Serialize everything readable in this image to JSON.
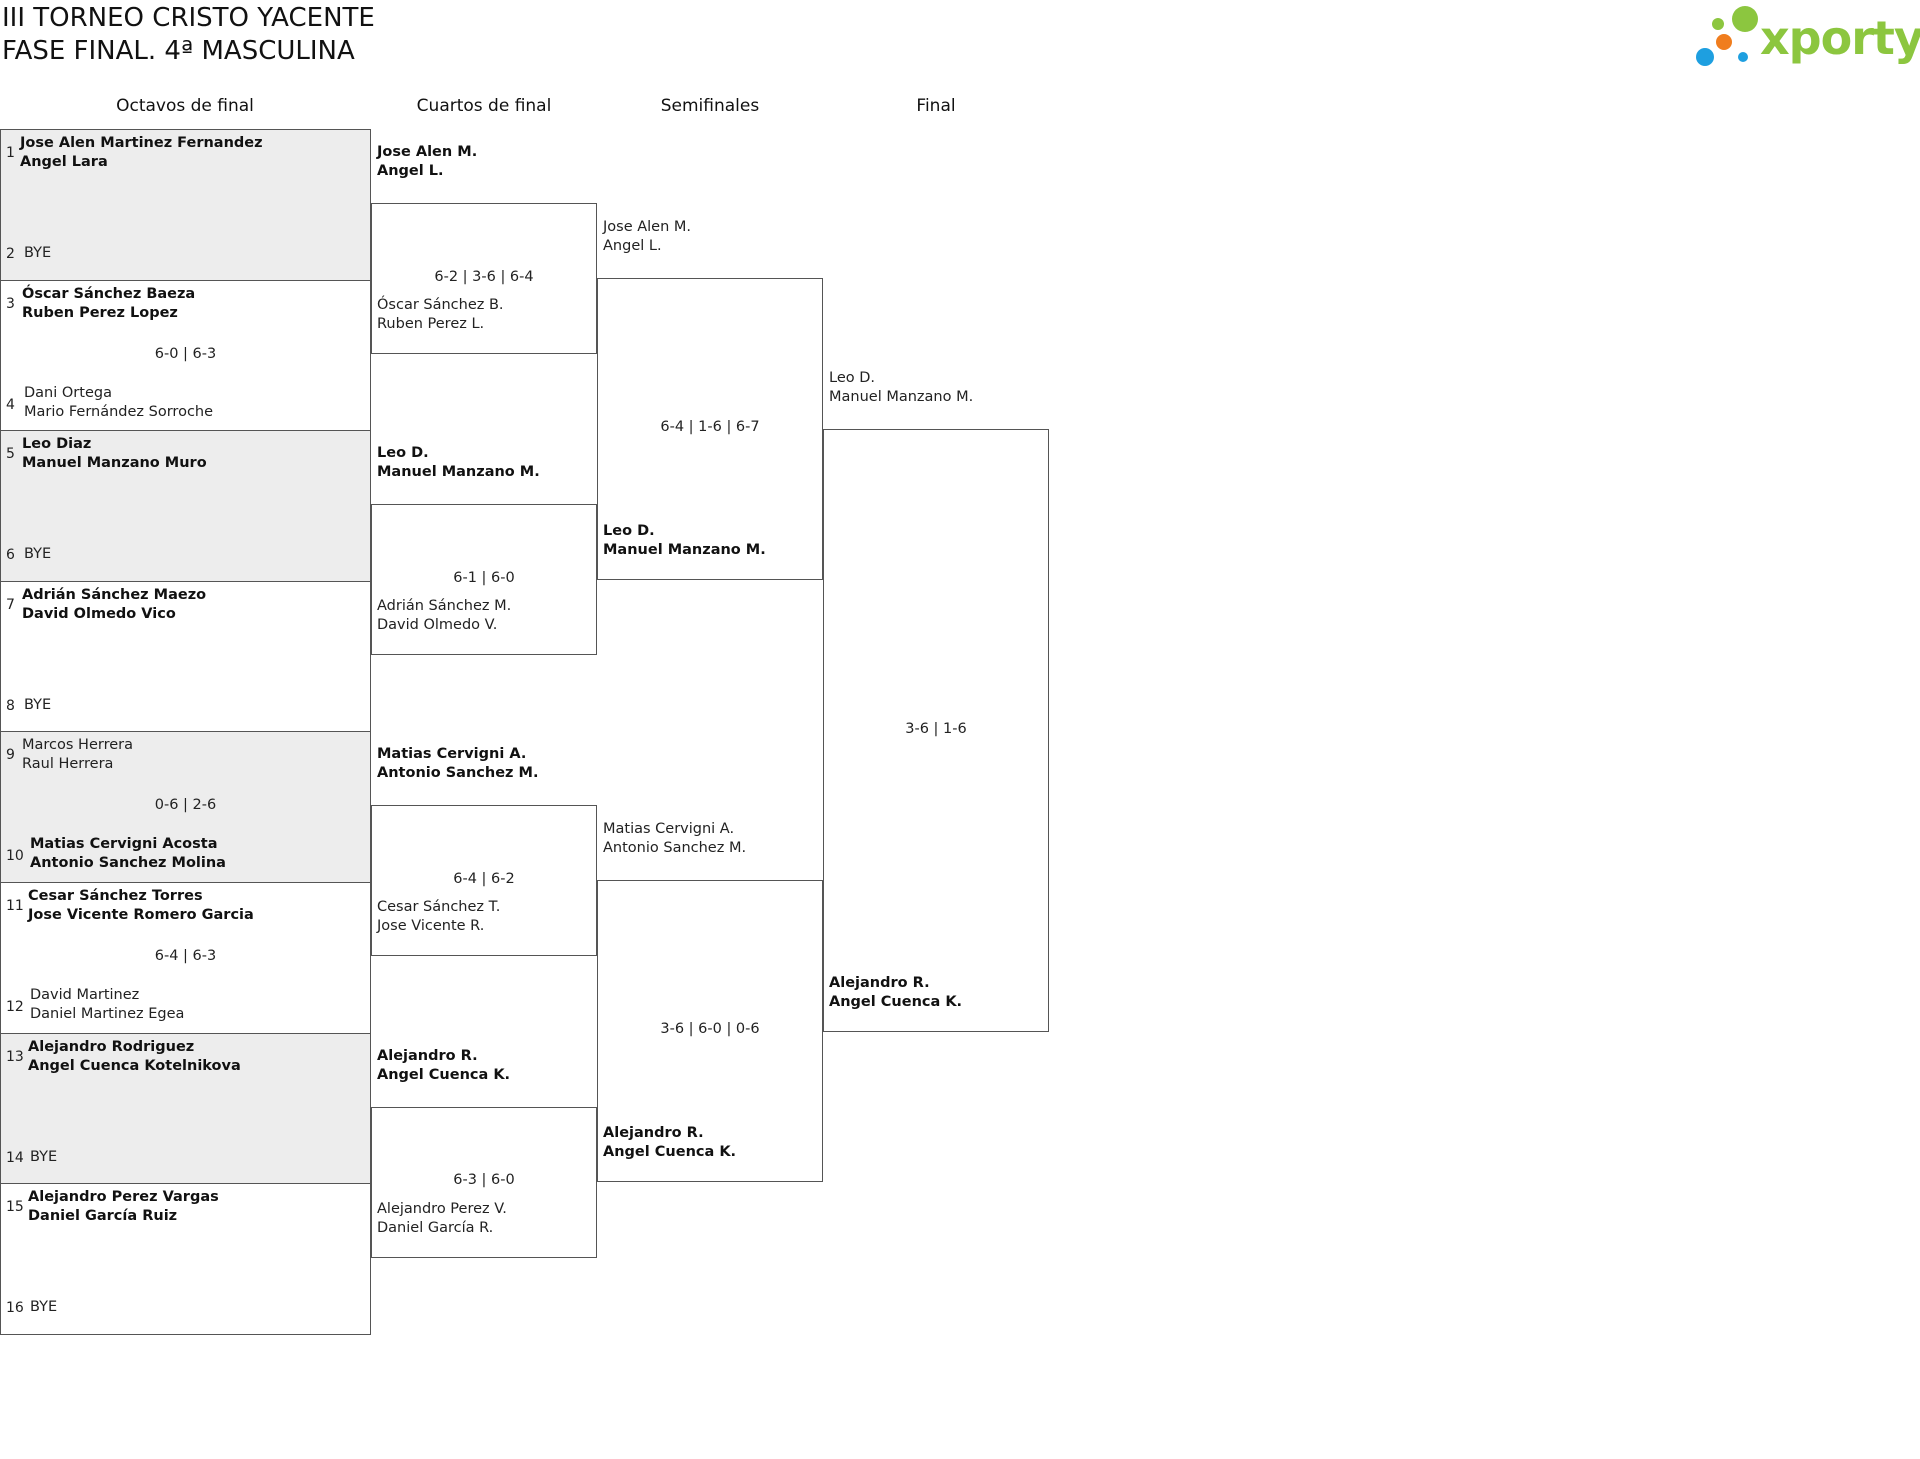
{
  "title": {
    "line1": "III TORNEO CRISTO YACENTE",
    "line2": "FASE FINAL. 4ª MASCULINA"
  },
  "logo": {
    "text": "xporty",
    "colors": [
      "#8cc63f",
      "#f07d1e",
      "#1e9fe0"
    ]
  },
  "rounds": [
    "Octavos de final",
    "Cuartos de final",
    "Semifinales",
    "Final"
  ],
  "octavos": [
    {
      "score": "",
      "top": {
        "seed": "1",
        "p1": "Jose Alen Martinez Fernandez",
        "p2": "Angel Lara",
        "winner": true
      },
      "bottom": {
        "seed": "2",
        "p1": "BYE",
        "p2": "",
        "winner": false
      }
    },
    {
      "score": "6-0 | 6-3",
      "top": {
        "seed": "3",
        "p1": "Óscar Sánchez Baeza",
        "p2": "Ruben Perez Lopez",
        "winner": true
      },
      "bottom": {
        "seed": "4",
        "p1": "Dani Ortega",
        "p2": "Mario Fernández Sorroche",
        "winner": false
      }
    },
    {
      "score": "",
      "top": {
        "seed": "5",
        "p1": "Leo Diaz",
        "p2": "Manuel Manzano Muro",
        "winner": true
      },
      "bottom": {
        "seed": "6",
        "p1": "BYE",
        "p2": "",
        "winner": false
      }
    },
    {
      "score": "",
      "top": {
        "seed": "7",
        "p1": "Adrián Sánchez Maezo",
        "p2": "David Olmedo Vico",
        "winner": true
      },
      "bottom": {
        "seed": "8",
        "p1": "BYE",
        "p2": "",
        "winner": false
      }
    },
    {
      "score": "0-6 | 2-6",
      "top": {
        "seed": "9",
        "p1": "Marcos Herrera",
        "p2": "Raul Herrera",
        "winner": false
      },
      "bottom": {
        "seed": "10",
        "p1": "Matias Cervigni Acosta",
        "p2": "Antonio Sanchez Molina",
        "winner": true
      }
    },
    {
      "score": "6-4 | 6-3",
      "top": {
        "seed": "11",
        "p1": "Cesar Sánchez Torres",
        "p2": "Jose Vicente Romero Garcia",
        "winner": true
      },
      "bottom": {
        "seed": "12",
        "p1": "David Martinez",
        "p2": "Daniel Martinez Egea",
        "winner": false
      }
    },
    {
      "score": "",
      "top": {
        "seed": "13",
        "p1": "Alejandro Rodriguez",
        "p2": "Angel Cuenca Kotelnikova",
        "winner": true
      },
      "bottom": {
        "seed": "14",
        "p1": "BYE",
        "p2": "",
        "winner": false
      }
    },
    {
      "score": "",
      "top": {
        "seed": "15",
        "p1": "Alejandro Perez Vargas",
        "p2": "Daniel García Ruiz",
        "winner": true
      },
      "bottom": {
        "seed": "16",
        "p1": "BYE",
        "p2": "",
        "winner": false
      }
    }
  ],
  "cuartos": [
    {
      "score": "6-2 | 3-6 | 6-4",
      "top": {
        "p1": "Jose Alen M.",
        "p2": "Angel L.",
        "winner": true
      },
      "bottom": {
        "p1": "Óscar Sánchez B.",
        "p2": "Ruben Perez L.",
        "winner": false
      }
    },
    {
      "score": "6-1 | 6-0",
      "top": {
        "p1": "Leo D.",
        "p2": "Manuel Manzano M.",
        "winner": true
      },
      "bottom": {
        "p1": "Adrián Sánchez M.",
        "p2": "David Olmedo V.",
        "winner": false
      }
    },
    {
      "score": "6-4 | 6-2",
      "top": {
        "p1": "Matias Cervigni A.",
        "p2": "Antonio Sanchez M.",
        "winner": true
      },
      "bottom": {
        "p1": "Cesar Sánchez T.",
        "p2": "Jose Vicente R.",
        "winner": false
      }
    },
    {
      "score": "6-3 | 6-0",
      "top": {
        "p1": "Alejandro R.",
        "p2": "Angel Cuenca K.",
        "winner": true
      },
      "bottom": {
        "p1": "Alejandro Perez V.",
        "p2": "Daniel García R.",
        "winner": false
      }
    }
  ],
  "semis": [
    {
      "score": "6-4 | 1-6 | 6-7",
      "top": {
        "p1": "Jose Alen M.",
        "p2": "Angel L.",
        "winner": false
      },
      "bottom": {
        "p1": "Leo D.",
        "p2": "Manuel Manzano M.",
        "winner": true
      }
    },
    {
      "score": "3-6 | 6-0 | 0-6",
      "top": {
        "p1": "Matias Cervigni A.",
        "p2": "Antonio Sanchez M.",
        "winner": false
      },
      "bottom": {
        "p1": "Alejandro R.",
        "p2": "Angel Cuenca K.",
        "winner": true
      }
    }
  ],
  "final": [
    {
      "score": "3-6 | 1-6",
      "top": {
        "p1": "Leo D.",
        "p2": "Manuel Manzano M.",
        "winner": false
      },
      "bottom": {
        "p1": "Alejandro R.",
        "p2": "Angel Cuenca K.",
        "winner": true
      }
    }
  ]
}
